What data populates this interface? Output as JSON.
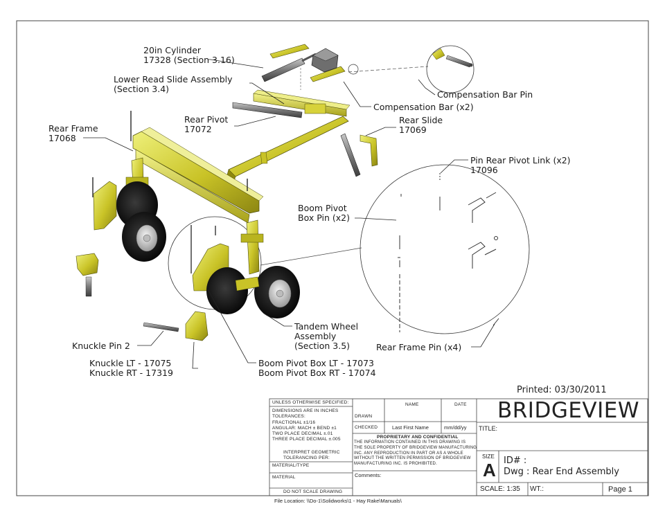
{
  "callouts": {
    "cylinder": [
      "20in Cylinder",
      "17328 (Section 3.16)"
    ],
    "lower_slide": [
      "Lower Read Slide Assembly",
      "(Section 3.4)"
    ],
    "rear_pivot": [
      "Rear Pivot",
      "17072"
    ],
    "rear_frame": [
      "Rear Frame",
      "17068"
    ],
    "comp_pin": "Compensation Bar Pin",
    "comp_bar": "Compensation Bar (x2)",
    "rear_slide": [
      "Rear Slide",
      "17069"
    ],
    "pin_rear_pivot_link": [
      "Pin Rear Pivot Link (x2)",
      "17096"
    ],
    "boom_pivot_pin": [
      "Boom Pivot",
      "Box Pin (x2)"
    ],
    "tandem_wheel": [
      "Tandem Wheel",
      "Assembly",
      "(Section 3.5)"
    ],
    "rear_frame_pin": "Rear Frame Pin (x4)",
    "knuckle_pin": "Knuckle Pin 2",
    "knuckle": [
      "Knuckle LT - 17075",
      "Knuckle RT - 17319"
    ],
    "boom_pivot_box": [
      "Boom Pivot Box LT - 17073",
      "Boom Pivot Box RT - 17074"
    ]
  },
  "title_block": {
    "printed": "Printed: 03/30/2011",
    "tolerance_lines": [
      "UNLESS OTHERWISE SPECIFIED:",
      "DIMENSIONS ARE IN INCHES",
      "TOLERANCES:",
      "FRACTIONAL ±1/16",
      "ANGULAR: MACH ±   BEND ±1",
      "TWO PLACE DECIMAL   ±.01",
      "THREE PLACE DECIMAL  ±.005"
    ],
    "geometric": [
      "INTERPRET GEOMETRIC",
      "TOLERANCING PER:"
    ],
    "material": "MATERIAL/TYPE",
    "finish": "MATERIAL",
    "do_not_scale": "DO NOT SCALE DRAWING",
    "name_header": "NAME",
    "date_header": "DATE",
    "drawn": "DRAWN",
    "checked": "CHECKED",
    "checked_name": "Last First Name",
    "checked_date": "mm/dd/yy",
    "proprietary_title": "PROPRIETARY AND CONFIDENTIAL",
    "proprietary_text": [
      "THE INFORMATION CONTAINED IN THIS DRAWING IS",
      "THE SOLE PROPERTY OF BRIDGEVIEW MANUFACTURING",
      "INC. ANY REPRODUCTION IN PART OR AS A WHOLE",
      "WITHOUT THE WRITTEN PERMISSION OF BRIDGEVIEW",
      "MANUFACTURING INC. IS PROHIBITED."
    ],
    "comments": "Comments:",
    "company": "BRIDGEVIEW",
    "title_label": "TITLE:",
    "size_label": "SIZE",
    "size": "A",
    "id_label": "ID# :",
    "dwg_label": "Dwg : Rear End Assembly",
    "scale": "SCALE: 1:35",
    "weight": "WT.:",
    "page": "Page 1",
    "file_location": "File Location:    \\\\Do-1\\Solidworks\\1 - Hay Rake\\Manuals\\"
  }
}
